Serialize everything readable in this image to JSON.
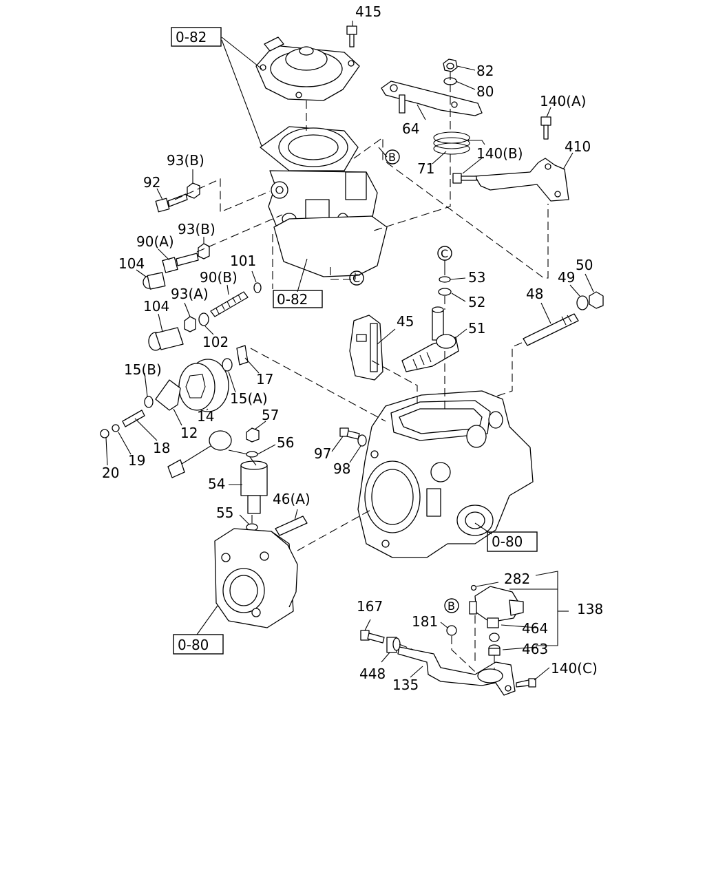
{
  "labels": {
    "p415": "415",
    "ref082a": "0-82",
    "p82": "82",
    "p80": "80",
    "p140A": "140(A)",
    "p64": "64",
    "refB1": "B",
    "p410": "410",
    "p93B1": "93(B)",
    "p140B": "140(B)",
    "p71": "71",
    "p92": "92",
    "p90A": "90(A)",
    "p93B2": "93(B)",
    "refC1": "C",
    "p53": "53",
    "p52": "52",
    "p104a": "104",
    "p101": "101",
    "p90B": "90(B)",
    "ref082b": "0-82",
    "refC2": "C",
    "p49": "49",
    "p50": "50",
    "p48": "48",
    "p93A": "93(A)",
    "p104b": "104",
    "p45": "45",
    "p51": "51",
    "p102": "102",
    "p15B": "15(B)",
    "p17": "17",
    "p15A": "15(A)",
    "p14": "14",
    "p57": "57",
    "p18": "18",
    "p12": "12",
    "p56": "56",
    "p97": "97",
    "p19": "19",
    "p20": "20",
    "p98": "98",
    "p54": "54",
    "p46A": "46(A)",
    "p55": "55",
    "ref080a": "0-80",
    "p282": "282",
    "p167": "167",
    "refB2": "B",
    "p181": "181",
    "p138": "138",
    "p464": "464",
    "p463": "463",
    "ref080b": "0-80",
    "p448": "448",
    "p135": "135",
    "p140C": "140(C)"
  }
}
